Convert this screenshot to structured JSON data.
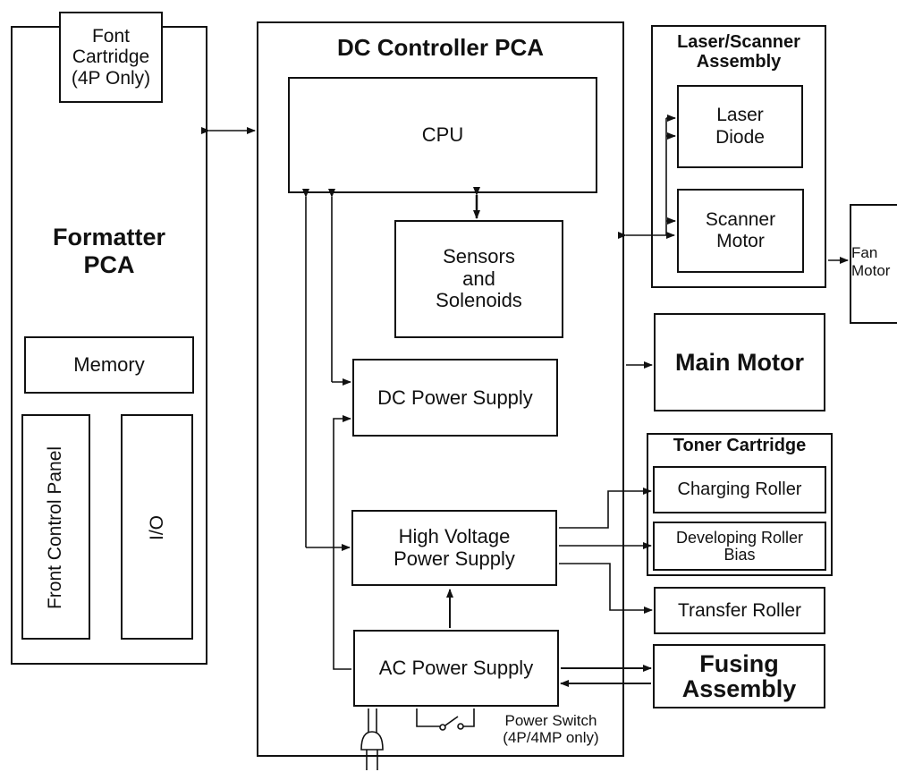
{
  "formatter": {
    "font_cartridge": "Font\nCartridge\n(4P Only)",
    "title": "Formatter\nPCA",
    "memory": "Memory",
    "front_panel": "Front Control Panel",
    "io": "I/O"
  },
  "dc_controller": {
    "title": "DC Controller PCA",
    "cpu": "CPU",
    "sensors": "Sensors\nand\nSolenoids",
    "dc_power": "DC Power Supply",
    "high_voltage": "High Voltage\nPower Supply",
    "ac_power": "AC Power Supply",
    "power_switch": "Power Switch\n(4P/4MP only)"
  },
  "laser_scanner": {
    "title": "Laser/Scanner\nAssembly",
    "laser_diode": "Laser\nDiode",
    "scanner_motor": "Scanner\nMotor"
  },
  "fan_motor": "Fan\nMotor",
  "main_motor": "Main Motor",
  "toner": {
    "title": "Toner Cartridge",
    "charging_roller": "Charging Roller",
    "developing_roller": "Developing Roller\nBias"
  },
  "transfer_roller": "Transfer Roller",
  "fusing": "Fusing\nAssembly"
}
